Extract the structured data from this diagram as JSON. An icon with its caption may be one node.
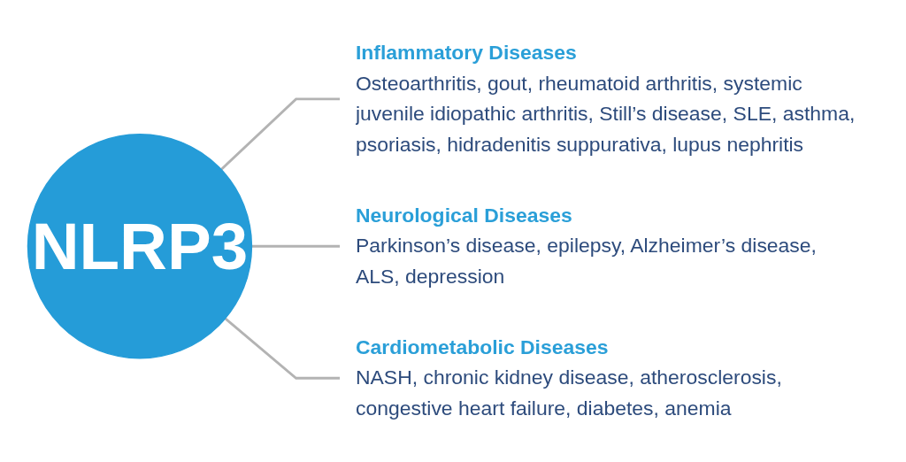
{
  "diagram": {
    "nodes": [
      {
        "text": [
          "NLRP3"
        ]
      },
      {
        "text": [
          "Inflammatory Diseases",
          "Osteoarthritis, gout, rheumatoid arthritis, systemic juvenile idiopathic arthritis, Still’s disease, SLE, asthma, psoriasis, hidradenitis suppurativa, lupus nephritis"
        ]
      },
      {
        "text": [
          "Neurological Diseases",
          "Parkinson’s disease, epilepsy, Alzheimer’s disease, ALS, depression"
        ]
      },
      {
        "text": [
          "Cardiometabolic Diseases",
          "NASH, chronic kidney disease, atherosclerosis, congestive heart failure, diabetes, anemia"
        ]
      }
    ],
    "edges": [
      {
        "from": 0,
        "to": 1,
        "arrow": "none"
      },
      {
        "from": 0,
        "to": 2,
        "arrow": "none"
      },
      {
        "from": 0,
        "to": 3,
        "arrow": "none"
      }
    ]
  }
}
